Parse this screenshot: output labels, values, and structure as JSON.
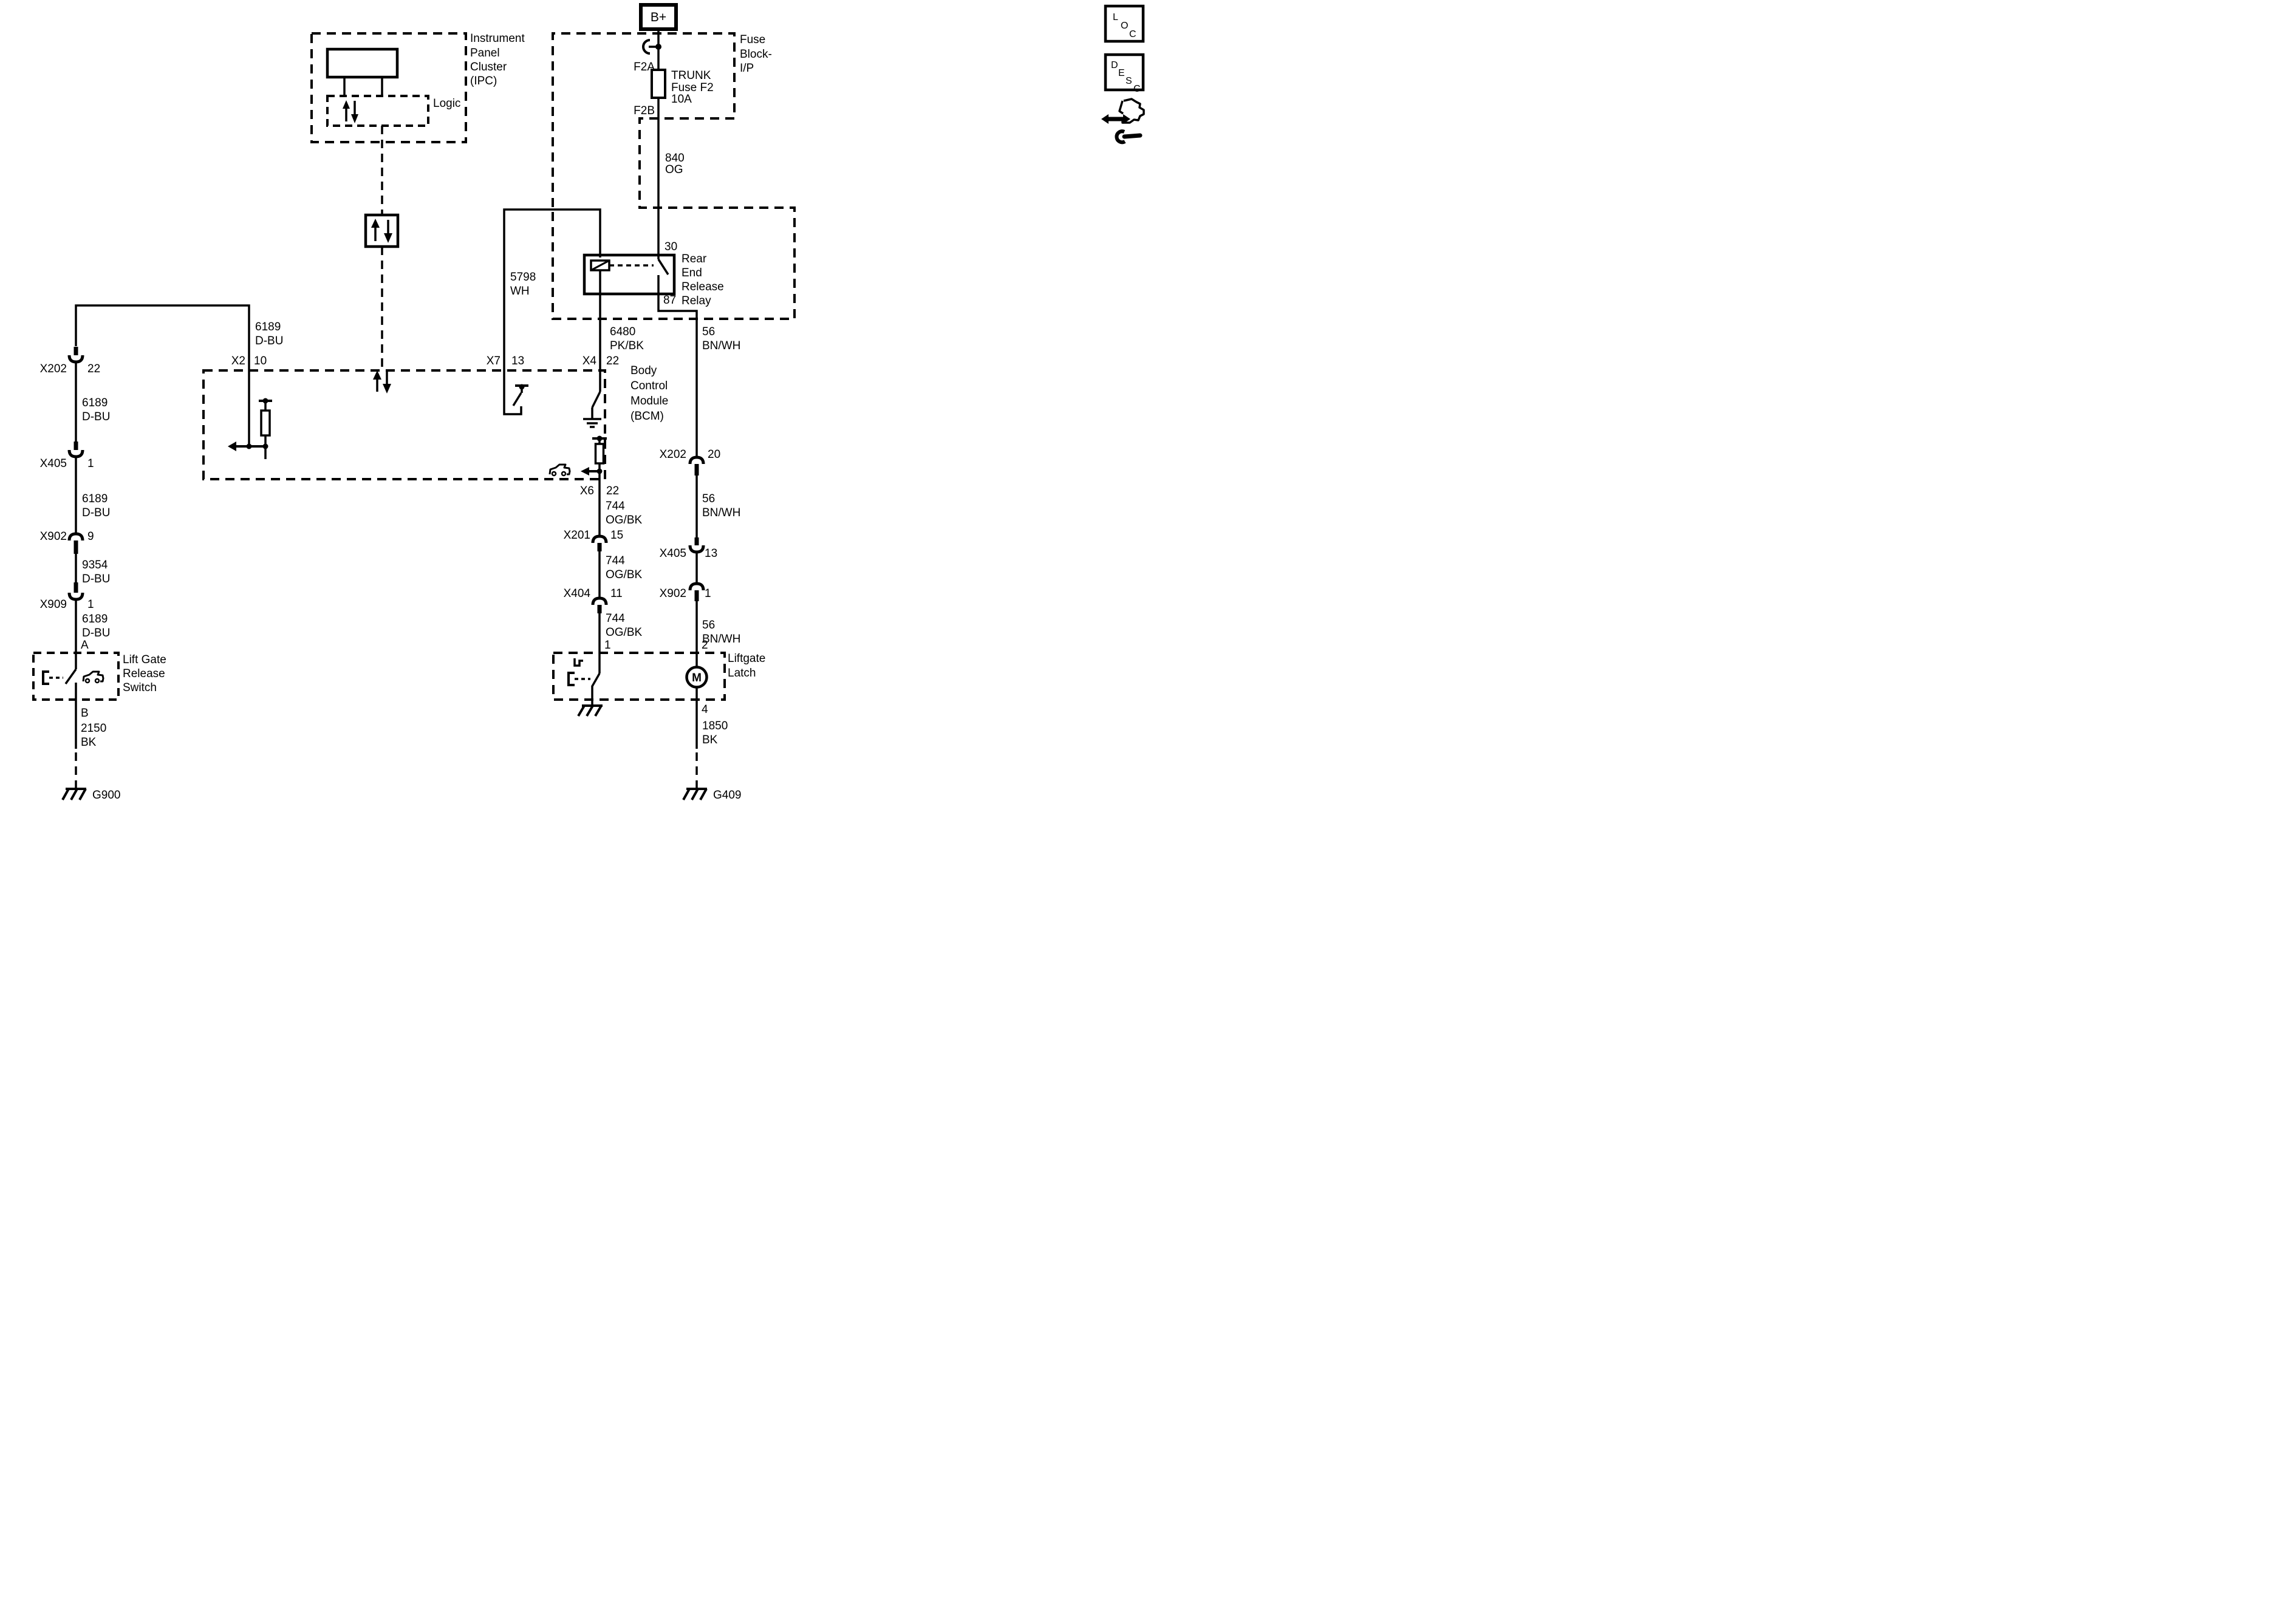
{
  "diagram": {
    "battery_label": "B+",
    "ipc": {
      "lines": [
        "Instrument",
        "Panel",
        "Cluster",
        "(IPC)"
      ],
      "logic": "Logic"
    },
    "fuse_block": {
      "lines": [
        "Fuse",
        "Block-",
        "I/P"
      ],
      "f2a": "F2A",
      "f2b": "F2B",
      "fuse_lines": [
        "TRUNK",
        "Fuse F2",
        "10A"
      ]
    },
    "relay": {
      "lines": [
        "Rear",
        "End",
        "Release",
        "Relay"
      ],
      "pin30": "30",
      "pin87": "87"
    },
    "bcm": {
      "lines": [
        "Body",
        "Control",
        "Module",
        "(BCM)"
      ],
      "x2": {
        "conn": "X2",
        "pin": "10"
      },
      "x7": {
        "conn": "X7",
        "pin": "13"
      },
      "x4": {
        "conn": "X4",
        "pin": "22"
      },
      "x6": {
        "conn": "X6",
        "pin": "22"
      }
    },
    "release_switch": {
      "lines": [
        "Lift Gate",
        "Release",
        "Switch"
      ],
      "pin_a": "A",
      "pin_b": "B"
    },
    "latch": {
      "lines": [
        "Liftgate",
        "Latch"
      ],
      "pin1": "1",
      "pin2": "2",
      "pin4": "4",
      "motor": "M"
    },
    "grounds": {
      "g900": "G900",
      "g409": "G409"
    },
    "wires": {
      "w840": [
        "840",
        "OG"
      ],
      "w5798": [
        "5798",
        "WH"
      ],
      "w6480": [
        "6480",
        "PK/BK"
      ],
      "w56a": [
        "56",
        "BN/WH"
      ],
      "w56b": [
        "56",
        "BN/WH"
      ],
      "w56c": [
        "56",
        "BN/WH"
      ],
      "w6189a": [
        "6189",
        "D-BU"
      ],
      "w6189b": [
        "6189",
        "D-BU"
      ],
      "w6189c": [
        "6189",
        "D-BU"
      ],
      "w6189d": [
        "6189",
        "D-BU"
      ],
      "w9354": [
        "9354",
        "D-BU"
      ],
      "w744a": [
        "744",
        "OG/BK"
      ],
      "w744b": [
        "744",
        "OG/BK"
      ],
      "w744c": [
        "744",
        "OG/BK"
      ],
      "w2150": [
        "2150",
        "BK"
      ],
      "w1850": [
        "1850",
        "BK"
      ]
    },
    "connectors": {
      "x202l": {
        "conn": "X202",
        "pin": "22"
      },
      "x405l": {
        "conn": "X405",
        "pin": "1"
      },
      "x902l": {
        "conn": "X902",
        "pin": "9"
      },
      "x909l": {
        "conn": "X909",
        "pin": "1"
      },
      "x201": {
        "conn": "X201",
        "pin": "15"
      },
      "x404": {
        "conn": "X404",
        "pin": "11"
      },
      "x202r": {
        "conn": "X202",
        "pin": "20"
      },
      "x405r": {
        "conn": "X405",
        "pin": "13"
      },
      "x902r": {
        "conn": "X902",
        "pin": "1"
      }
    },
    "corner_icons": {
      "loc": [
        "L",
        "O",
        "C"
      ],
      "desc": [
        "D",
        "E",
        "S",
        "C"
      ]
    },
    "colors": {
      "line": "#000000",
      "background": "#ffffff"
    }
  }
}
